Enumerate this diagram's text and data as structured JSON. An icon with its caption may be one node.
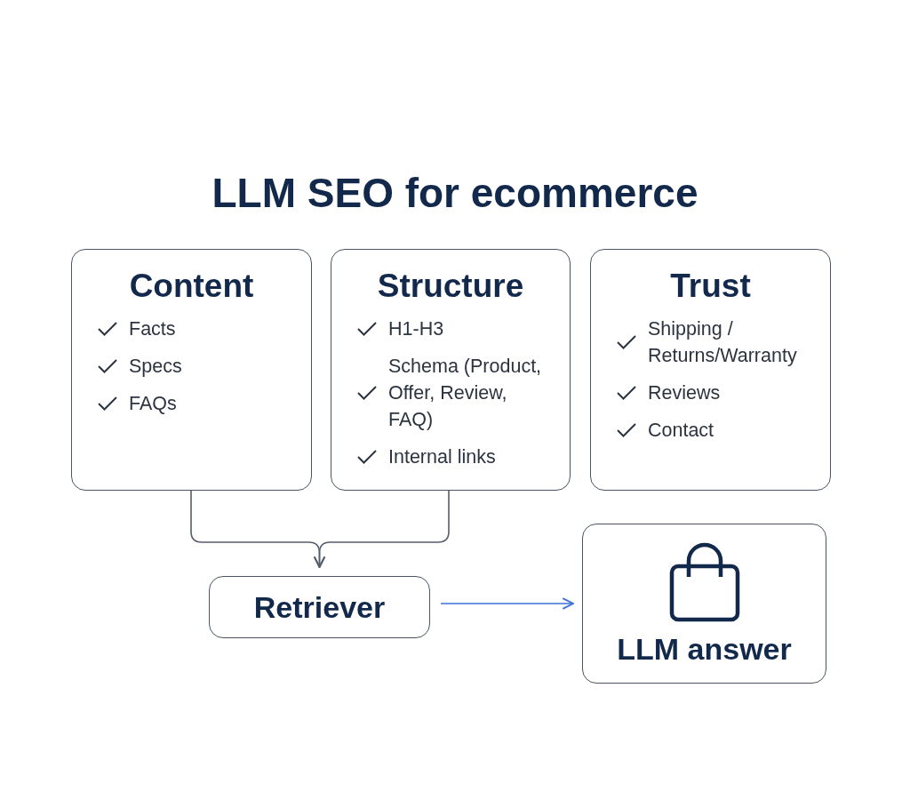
{
  "diagram": {
    "title": "LLM SEO for ecommerce",
    "nodes": [
      {
        "text": [
          "Content",
          "Facts",
          "Specs",
          "FAQs"
        ]
      },
      {
        "text": [
          "Structure",
          "H1-H3",
          "Schema (Product, Offer, Review, FAQ)",
          "Internal links"
        ]
      },
      {
        "text": [
          "Trust",
          "Shipping / Returns/Warranty",
          "Reviews",
          "Contact"
        ]
      },
      {
        "text": [
          "Retriever"
        ]
      },
      {
        "text": [
          "LLM answer"
        ]
      }
    ],
    "edges": [
      {
        "from": 0,
        "to": 3,
        "arrow": "to"
      },
      {
        "from": 1,
        "to": 3,
        "arrow": "to"
      },
      {
        "from": 3,
        "to": 4,
        "arrow": "to",
        "color": "#3a6fd8"
      }
    ]
  }
}
